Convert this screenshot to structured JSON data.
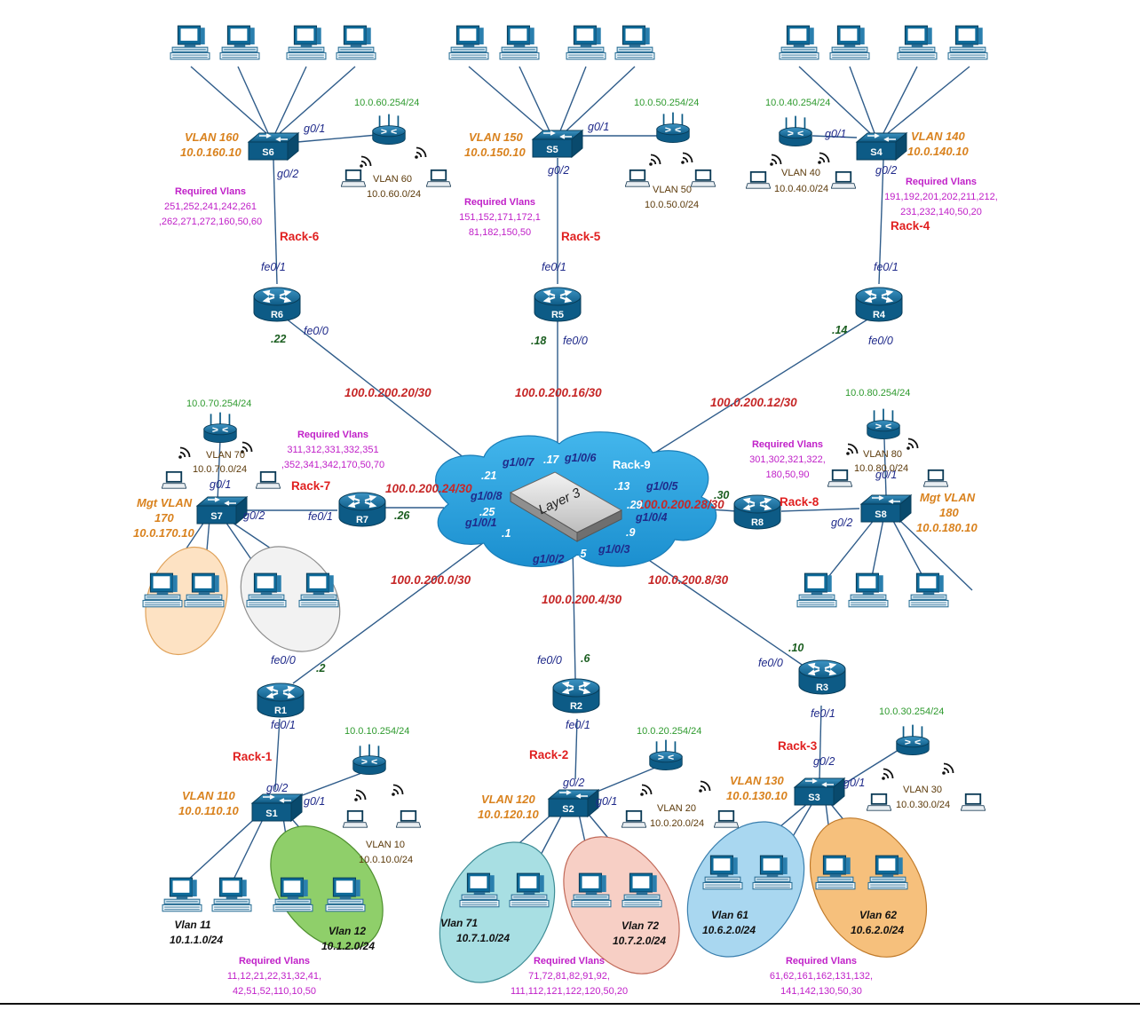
{
  "core": {
    "label": "Layer 3",
    "rack": "Rack-9"
  },
  "routers": [
    "R1",
    "R2",
    "R3",
    "R4",
    "R5",
    "R6",
    "R7",
    "R8"
  ],
  "switches": [
    "S1",
    "S2",
    "S3",
    "S4",
    "S5",
    "S6",
    "S7",
    "S8"
  ],
  "racks": [
    "Rack-1",
    "Rack-2",
    "Rack-3",
    "Rack-4",
    "Rack-5",
    "Rack-6",
    "Rack-7",
    "Rack-8"
  ],
  "links": [
    {
      "network": "100.0.200.0/30",
      "core_port": "g1/0/1",
      "core_ip": ".1",
      "router_port": "fe0/0",
      "router_ip": ".2"
    },
    {
      "network": "100.0.200.4/30",
      "core_port": "g1/0/2",
      "core_ip": ".5",
      "router_port": "fe0/0",
      "router_ip": ".6"
    },
    {
      "network": "100.0.200.8/30",
      "core_port": "g1/0/3",
      "core_ip": ".9",
      "router_port": "fe0/0",
      "router_ip": ".10"
    },
    {
      "network": "100.0.200.12/30",
      "core_port": "g1/0/5",
      "core_ip": ".13",
      "router_port": "fe0/0",
      "router_ip": ".14"
    },
    {
      "network": "100.0.200.16/30",
      "core_port": "g1/0/6",
      "core_ip": ".17",
      "router_port": "fe0/0",
      "router_ip": ".18"
    },
    {
      "network": "100.0.200.20/30",
      "core_port": "g1/0/7",
      "core_ip": ".21",
      "router_port": "fe0/0",
      "router_ip": ".22"
    },
    {
      "network": "100.0.200.24/30",
      "core_port": "g1/0/8",
      "core_ip": ".25",
      "router_port": "fe0/1",
      "router_ip": ".26"
    },
    {
      "network": "100.0.200.28/30",
      "core_port": "g1/0/4",
      "core_ip": ".29",
      "router_port": "",
      "router_ip": ".30"
    }
  ],
  "ports": {
    "fe01": "fe0/1",
    "g01": "g0/1",
    "g02": "g0/2"
  },
  "mgmt": {
    "s1": {
      "vlan": "VLAN 110",
      "ip": "10.0.110.10"
    },
    "s2": {
      "vlan": "VLAN 120",
      "ip": "10.0.120.10"
    },
    "s3": {
      "vlan": "VLAN 130",
      "ip": "10.0.130.10"
    },
    "s4": {
      "vlan": "VLAN 140",
      "ip": "10.0.140.10"
    },
    "s5": {
      "vlan": "VLAN 150",
      "ip": "10.0.150.10"
    },
    "s6": {
      "vlan": "VLAN 160",
      "ip": "10.0.160.10"
    },
    "s7": {
      "vlan": "Mgt VLAN",
      "vlan2": "170",
      "ip": "10.0.170.10"
    },
    "s8": {
      "vlan": "Mgt VLAN",
      "vlan2": "180",
      "ip": "10.0.180.10"
    }
  },
  "wifi": {
    "s1": {
      "gw": "10.0.10.254/24",
      "vlan": "VLAN 10",
      "net": "10.0.10.0/24"
    },
    "s2": {
      "gw": "10.0.20.254/24",
      "vlan": "VLAN 20",
      "net": "10.0.20.0/24"
    },
    "s3": {
      "gw": "10.0.30.254/24",
      "vlan": "VLAN 30",
      "net": "10.0.30.0/24"
    },
    "s4": {
      "gw": "10.0.40.254/24",
      "vlan": "VLAN 40",
      "net": "10.0.40.0/24"
    },
    "s5": {
      "gw": "10.0.50.254/24",
      "vlan": "VLAN 50",
      "net": "10.0.50.0/24"
    },
    "s6": {
      "gw": "10.0.60.254/24",
      "vlan": "VLAN 60",
      "net": "10.0.60.0/24"
    },
    "s7": {
      "gw": "10.0.70.254/24",
      "vlan": "VLAN 70",
      "net": "10.0.70.0/24"
    },
    "s8": {
      "gw": "10.0.80.254/24",
      "vlan": "VLAN 80",
      "net": "10.0.80.0/24"
    }
  },
  "required": {
    "title": "Required Vlans",
    "r1": [
      "11,12,21,22,31,32,41,",
      "42,51,52,110,10,50"
    ],
    "r2": [
      "71,72,81,82,91,92,",
      "111,112,121,122,120,50,20"
    ],
    "r3": [
      "61,62,161,162,131,132,",
      "141,142,130,50,30"
    ],
    "r4": [
      "191,192,201,202,211,212,",
      "231,232,140,50,20"
    ],
    "r5": [
      "151,152,171,172,1",
      "81,182,150,50"
    ],
    "r6": [
      "251,252,241,242,261",
      ",262,271,272,160,50,60"
    ],
    "r7": [
      "311,312,331,332,351",
      ",352,341,342,170,50,70"
    ],
    "r8": [
      "301,302,321,322,",
      "180,50,90"
    ]
  },
  "user_vlans": {
    "v11": {
      "name": "Vlan 11",
      "net": "10.1.1.0/24"
    },
    "v12": {
      "name": "Vlan 12",
      "net": "10.1.2.0/24"
    },
    "v71": {
      "name": "Vlan 71",
      "net": "10.7.1.0/24"
    },
    "v72": {
      "name": "Vlan 72",
      "net": "10.7.2.0/24"
    },
    "v61": {
      "name": "Vlan 61",
      "net": "10.6.2.0/24"
    },
    "v62": {
      "name": "Vlan 62",
      "net": "10.6.2.0/24"
    }
  },
  "colors": {
    "link": "#2f5c8a",
    "network": "#c62828",
    "rack": "#e02020",
    "ip": "#1b5e20",
    "gateway": "#2e9a2e",
    "vlan": "#d9821e",
    "required": "#c020c8",
    "port": "#1f2a8a",
    "cloud": "#29a3e0",
    "device": "#0e6a99"
  }
}
